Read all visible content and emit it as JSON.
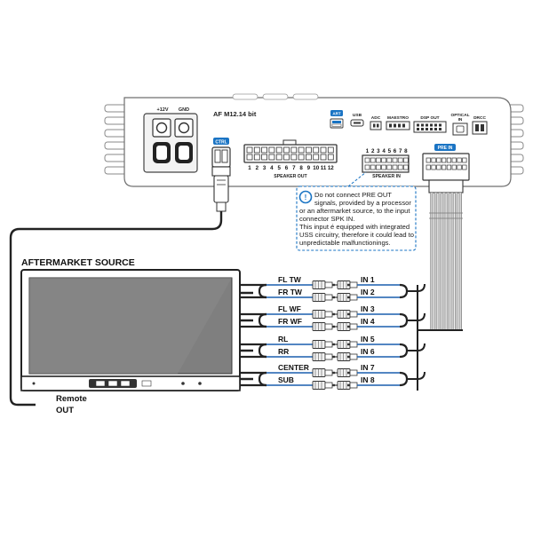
{
  "amplifier": {
    "model": "AF M12.14 bit",
    "power_labels": [
      "+12V",
      "GND"
    ],
    "ctrl_label": "CTRL",
    "speaker_out_numbers": [
      "1",
      "2",
      "3",
      "4",
      "5",
      "6",
      "7",
      "8",
      "9",
      "10",
      "11",
      "12"
    ],
    "speaker_out_label": "SPEAKER OUT",
    "art_label": "ART",
    "usb_label": "USB",
    "adc_label": "ADC",
    "maestro_label": "MAESTRO",
    "dsp_out_label": "DSP OUT",
    "optical_label": "OPTICAL",
    "optical_sub": "IN",
    "drcc_label": "DRCC",
    "speaker_in_numbers": [
      "1",
      "2",
      "3",
      "4",
      "5",
      "6",
      "7",
      "8"
    ],
    "speaker_in_label": "SPEAKER IN",
    "pre_in_label": "PRE IN"
  },
  "note": {
    "lines": [
      "Do not connect PRE OUT",
      "signals, provided by a processor",
      "or an aftermarket source, to the input",
      "connector SPK IN.",
      "This input é equipped with integrated",
      "USS circuitry, therefore it could lead to",
      "unpredictable malfunctionings."
    ]
  },
  "source": {
    "title": "AFTERMARKET SOURCE",
    "remote_line1": "Remote",
    "remote_line2": "OUT"
  },
  "channels": [
    {
      "out": "FL TW",
      "in": "IN 1"
    },
    {
      "out": "FR TW",
      "in": "IN 2"
    },
    {
      "out": "FL WF",
      "in": "IN 3"
    },
    {
      "out": "FR WF",
      "in": "IN 4"
    },
    {
      "out": "RL",
      "in": "IN 5"
    },
    {
      "out": "RR",
      "in": "IN 6"
    },
    {
      "out": "CENTER",
      "in": "IN 7"
    },
    {
      "out": "SUB",
      "in": "IN 8"
    }
  ],
  "colors": {
    "accent_blue": "#1a74c4",
    "wire_dark": "#222222",
    "wire_blue": "#1a5fae",
    "rca_white": "#f2f2f2"
  }
}
